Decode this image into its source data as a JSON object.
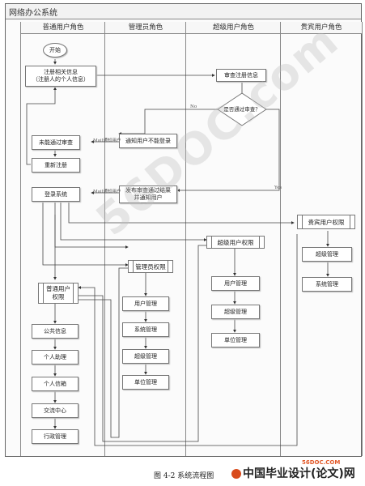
{
  "window": {
    "title": "网络办公系统"
  },
  "lanes": [
    {
      "label": "普通用户角色"
    },
    {
      "label": "管理员角色"
    },
    {
      "label": "超级用户角色"
    },
    {
      "label": "贵宾用户角色"
    }
  ],
  "nodes": {
    "start": "开始",
    "register": "注册相关信息\n（注册人的个人信息）",
    "review": "审查注册信息",
    "decision": "是否通过审查？",
    "notify_fail": "通知用户不能登录",
    "not_passed": "未能通过审查",
    "reregister": "重新注册",
    "publish": "发布审查通过结果\n并通知用户",
    "login": "登录系统",
    "vip_perm": "贵宾用户权限",
    "super_perm": "超级用户权限",
    "admin_perm": "管理员权限",
    "user_perm": "普通用户\n权限",
    "vip_items": [
      "超级管理",
      "系统管理"
    ],
    "super_items": [
      "用户管理",
      "超级管理",
      "单位管理"
    ],
    "admin_items": [
      "用户管理",
      "系统管理",
      "超级管理",
      "单位管理"
    ],
    "user_items": [
      "公共信息",
      "个人助理",
      "个人信箱",
      "交流中心",
      "行政管理"
    ]
  },
  "edge_labels": {
    "no": "No",
    "yes": "Yes",
    "mail1": "Mail通知用户",
    "mail2": "Mail通知用户"
  },
  "caption": "图 4-2 系统流程图",
  "watermark": "56DOC.com",
  "site_mark": "56DOC.COM",
  "logo_text": "中国毕业设计(论文)网"
}
